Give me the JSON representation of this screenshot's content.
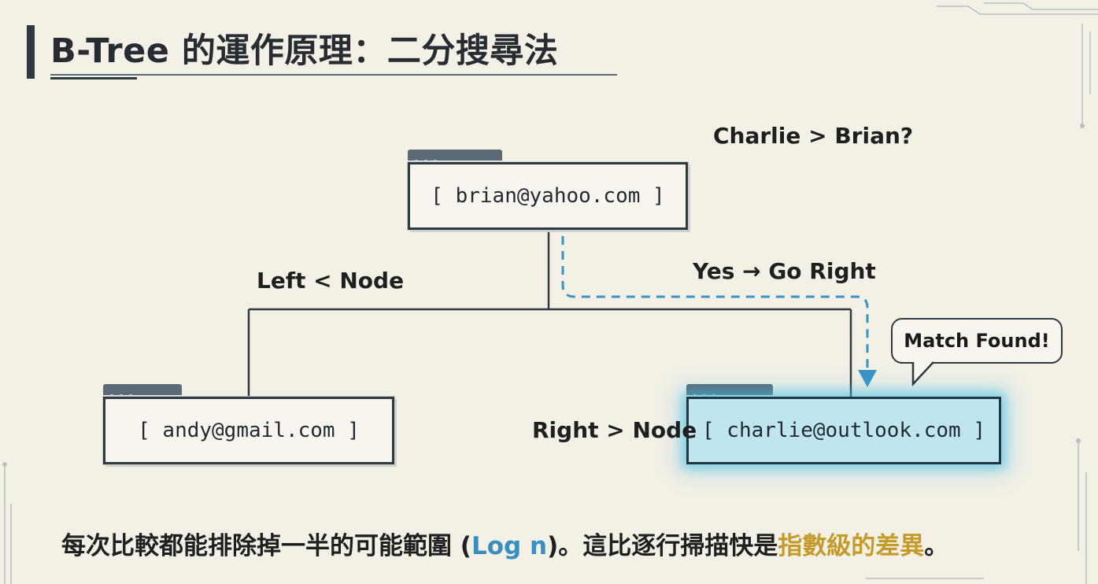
{
  "title": "B-Tree 的運作原理：二分搜尋法",
  "labels": {
    "comparison": "Charlie > Brian?",
    "go_right": "Yes → Go Right",
    "left_rule": "Left < Node",
    "right_rule": "Right > Node",
    "match": "Match Found!"
  },
  "nodes": {
    "root": "[ brian@yahoo.com ]",
    "left": "[ andy@gmail.com ]",
    "right": "[ charlie@outlook.com ]"
  },
  "footer": {
    "part1": "每次比較都能排除掉一半的可能範圍 (",
    "log": "Log n",
    "part2": ")。這比逐行掃描快是",
    "highlight": "指數級的差異",
    "part3": "。"
  },
  "colors": {
    "background": "#f3f0e6",
    "path_dashed": "#3a93c6",
    "match_glow": "#3cbee6",
    "highlight_gold": "#c49a2a",
    "log_blue": "#3b8fc0"
  }
}
